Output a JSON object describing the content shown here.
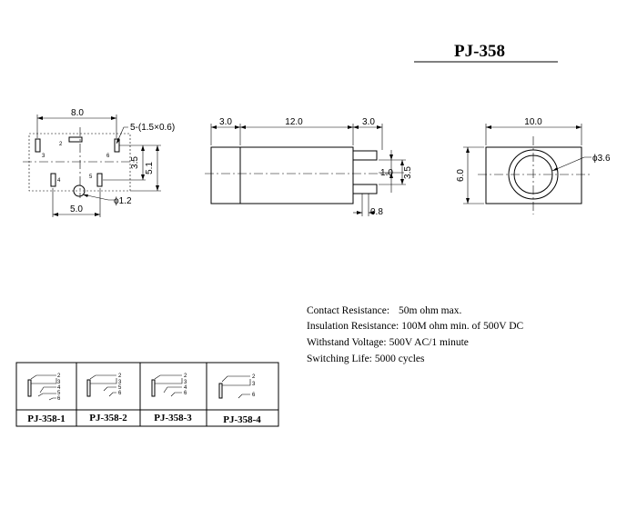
{
  "title": "PJ-358",
  "front_view": {
    "width_dim": "8.0",
    "slot_note": "5-(1.5×0.6)",
    "height_dim_inner": "3.5",
    "height_dim_outer": "5.1",
    "bottom_dim": "5.0",
    "hole_dim": "ϕ1.2",
    "pin_labels": [
      "2",
      "3",
      "6",
      "4",
      "5"
    ]
  },
  "side_view": {
    "left_dim": "3.0",
    "middle_dim": "12.0",
    "right_dim": "3.0",
    "pin_pitch_dim": "1.0",
    "pin_span_dim": "3.5",
    "pin_thickness_dim": "0.8"
  },
  "end_view": {
    "width_dim": "10.0",
    "height_dim": "6.0",
    "bore_dim": "ϕ3.6"
  },
  "specs": [
    {
      "label": "Contact Resistance:",
      "value": "50m ohm max."
    },
    {
      "label": "Insulation Resistance:",
      "value": "100M ohm min. of 500V DC"
    },
    {
      "label": "Withstand Voltage:",
      "value": "500V AC/1 minute"
    },
    {
      "label": "Switching Life:",
      "value": "5000 cycles"
    }
  ],
  "variants": [
    {
      "name": "PJ-358-1",
      "pins": [
        "2",
        "3",
        "4",
        "5",
        "6"
      ]
    },
    {
      "name": "PJ-358-2",
      "pins": [
        "2",
        "3",
        "5",
        "6"
      ]
    },
    {
      "name": "PJ-358-3",
      "pins": [
        "2",
        "3",
        "4",
        "6"
      ]
    },
    {
      "name": "PJ-358-4",
      "pins": [
        "2",
        "3",
        "6"
      ]
    }
  ]
}
